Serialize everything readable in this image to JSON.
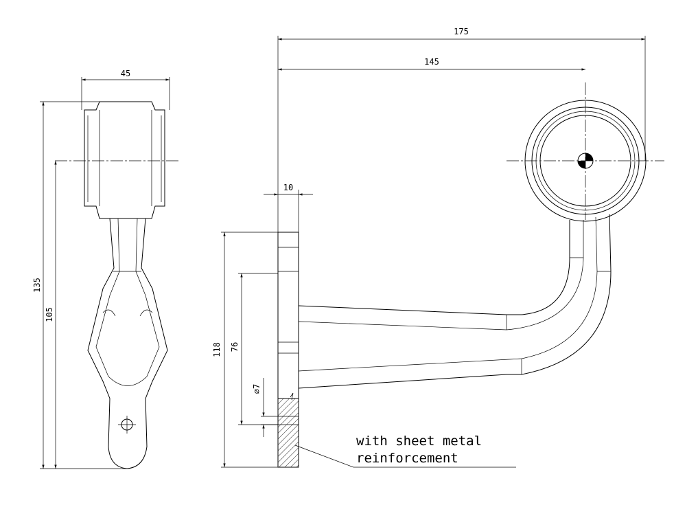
{
  "dimensions": {
    "overall_length": "175",
    "center_distance": "145",
    "plate_thickness": "10",
    "width_top": "45",
    "total_height": "135",
    "center_height": "105",
    "plate_height": "118",
    "hole_spacing": "76",
    "hole_diameter": "⌀7"
  },
  "note": {
    "line1": "with sheet metal",
    "line2": "reinforcement"
  }
}
